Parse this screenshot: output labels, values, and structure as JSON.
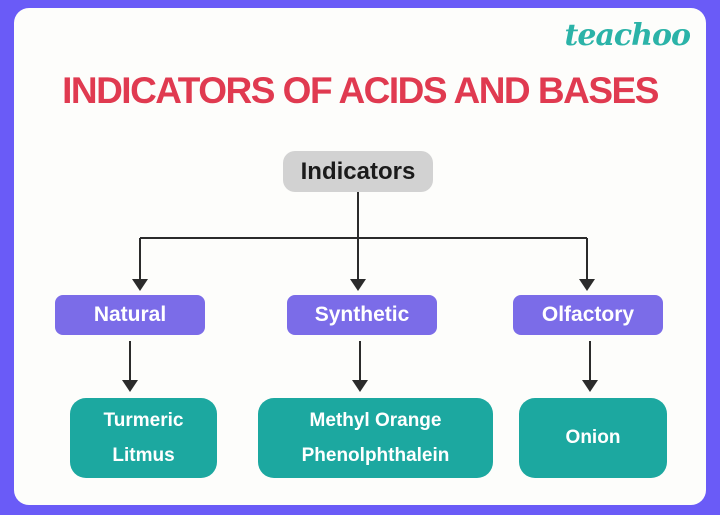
{
  "brand": {
    "logo": "teachoo"
  },
  "title": "INDICATORS OF ACIDS AND BASES",
  "tree": {
    "root": "Indicators",
    "branches": [
      {
        "category": "Natural",
        "examples": [
          "Turmeric",
          "Litmus"
        ]
      },
      {
        "category": "Synthetic",
        "examples": [
          "Methyl Orange",
          "Phenolphthalein"
        ]
      },
      {
        "category": "Olfactory",
        "examples": [
          "Onion"
        ]
      }
    ]
  },
  "colors": {
    "frame_border": "#6A5BF7",
    "background": "#FDFDFB",
    "root_box": "#D2D2D2",
    "category_box": "#7B6CE8",
    "example_box": "#1CA8A0",
    "title_text": "#E03A50",
    "brand_text": "#2BB3A8",
    "connector": "#2B2B2B"
  }
}
